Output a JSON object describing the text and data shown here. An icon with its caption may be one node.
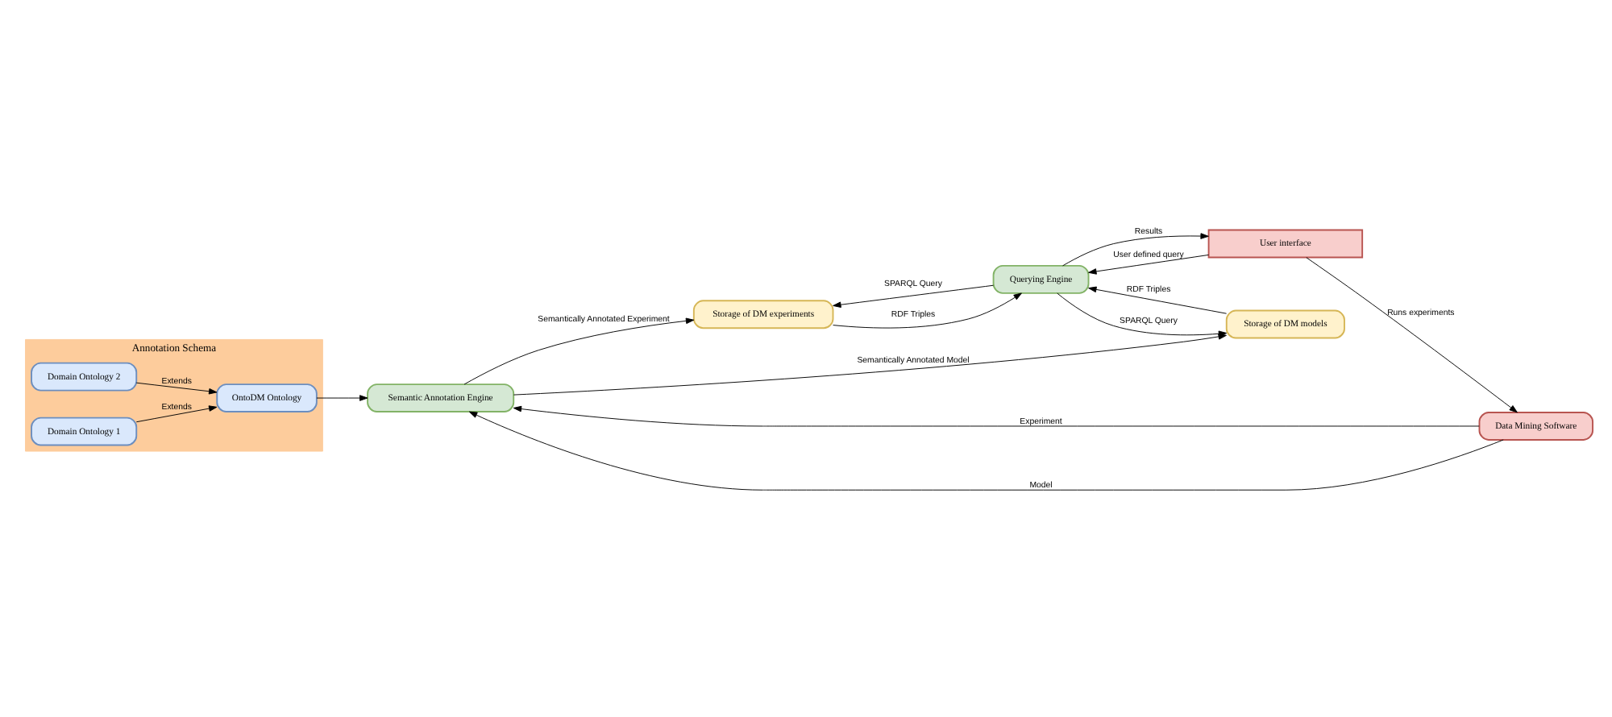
{
  "diagram": {
    "nodes": [
      {
        "text": [
          "Annotation Schema"
        ]
      },
      {
        "text": [
          "Domain Ontology 2"
        ],
        "in": 0
      },
      {
        "text": [
          "OntoDM Ontology"
        ],
        "in": 0
      },
      {
        "text": [
          "Domain Ontology 1"
        ],
        "in": 0
      },
      {
        "text": [
          "Storage of DM experiments"
        ]
      },
      {
        "text": [
          "Storage of DM models"
        ]
      },
      {
        "text": [
          "Querying Engine"
        ]
      },
      {
        "text": [
          "Semantic Annotation Engine"
        ]
      },
      {
        "text": [
          "Data Mining Software"
        ]
      },
      {
        "text": [
          "User interface"
        ]
      }
    ],
    "edges": [
      {
        "from": 1,
        "to": 2,
        "arrow": "to",
        "label": "Extends"
      },
      {
        "from": 3,
        "to": 2,
        "arrow": "to",
        "label": "Extends"
      },
      {
        "from": 2,
        "to": 7,
        "arrow": "to"
      },
      {
        "from": 7,
        "to": 4,
        "arrow": "to",
        "label": "Semantically Annotated Experiment"
      },
      {
        "from": 7,
        "to": 5,
        "arrow": "to",
        "label": "Semantically Annotated Model"
      },
      {
        "from": 4,
        "to": 6,
        "arrow": "to",
        "label": "RDF Triples"
      },
      {
        "from": 6,
        "to": 4,
        "arrow": "to",
        "label": "SPARQL Query"
      },
      {
        "from": 6,
        "to": 5,
        "arrow": "to",
        "label": "SPARQL Query"
      },
      {
        "from": 5,
        "to": 6,
        "arrow": "to",
        "label": "RDF Triples"
      },
      {
        "from": 8,
        "to": 7,
        "arrow": "to",
        "label": "Experiment"
      },
      {
        "from": 8,
        "to": 7,
        "arrow": "to",
        "label": "Model"
      },
      {
        "from": 9,
        "to": 8,
        "arrow": "to",
        "label": "Runs experiments"
      },
      {
        "from": 9,
        "to": 6,
        "arrow": "to",
        "label": "User defined query"
      },
      {
        "from": 6,
        "to": 9,
        "arrow": "to",
        "label": "Results"
      }
    ]
  }
}
